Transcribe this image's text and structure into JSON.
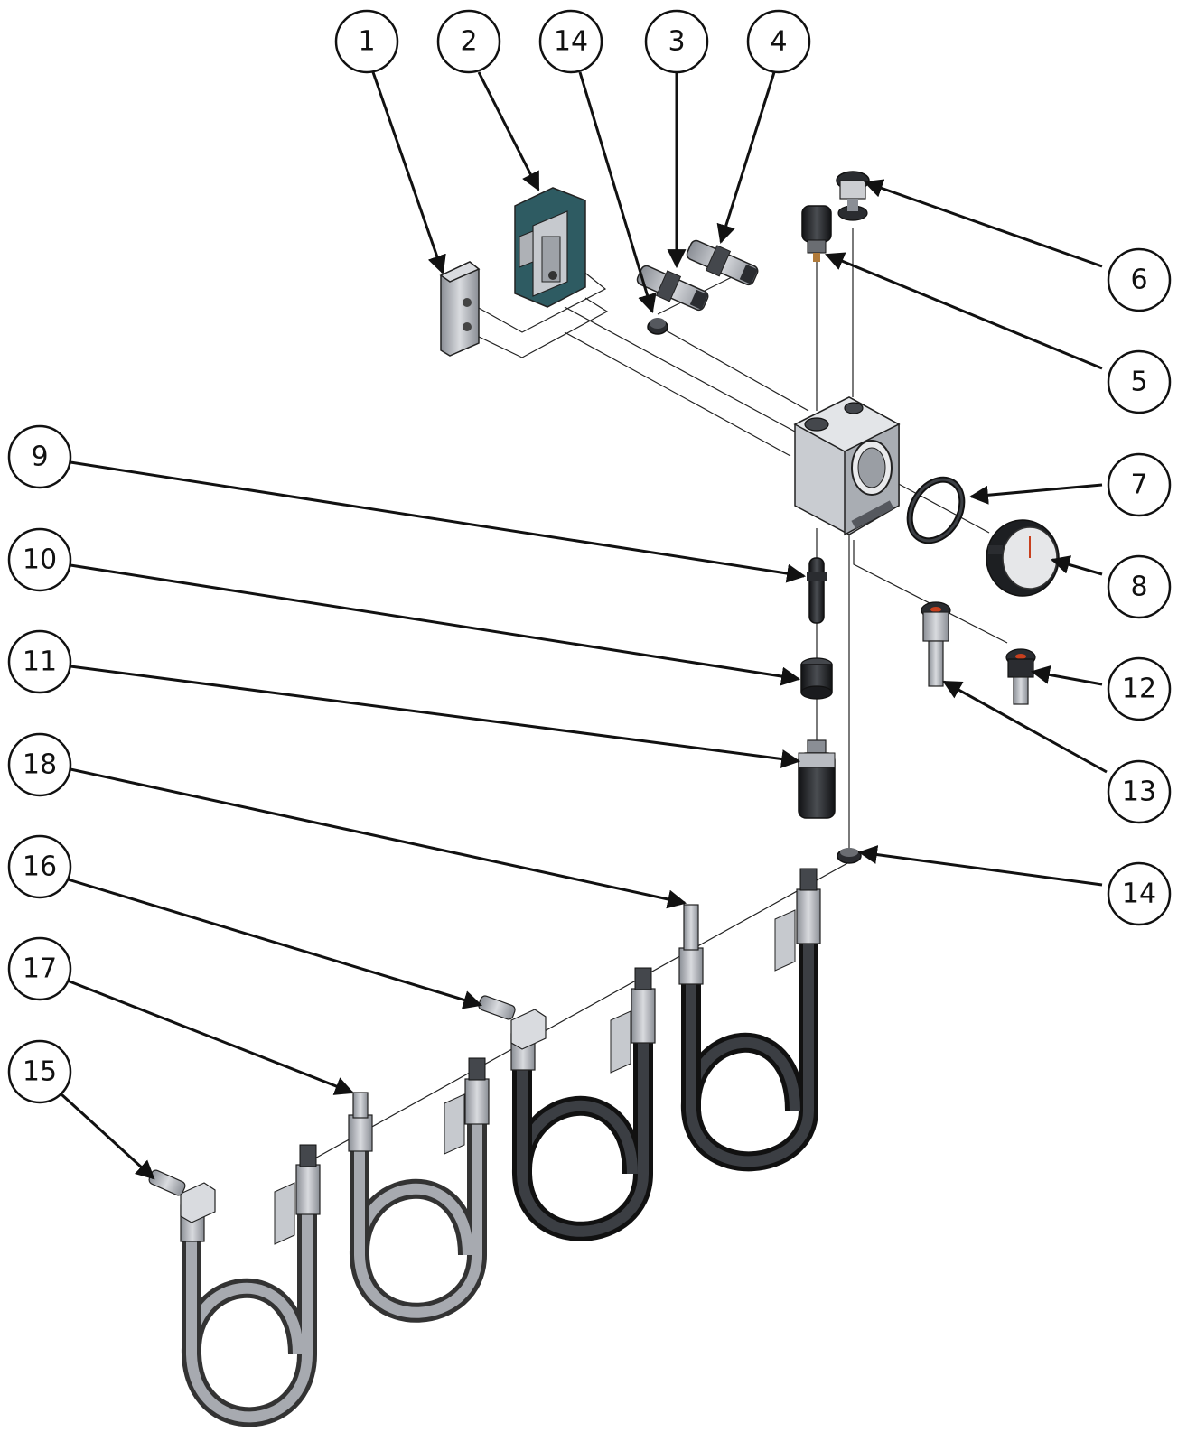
{
  "colors": {
    "steel": "#b9bcc2",
    "steel_dark": "#8a8e95",
    "rubber": "#222428",
    "bracket_teal": "#2e5b62",
    "accent_red": "#c8401e",
    "outline": "#111111"
  },
  "callouts": [
    {
      "id": "c1",
      "label": "1"
    },
    {
      "id": "c2",
      "label": "2"
    },
    {
      "id": "c14a",
      "label": "14"
    },
    {
      "id": "c3",
      "label": "3"
    },
    {
      "id": "c4",
      "label": "4"
    },
    {
      "id": "c6",
      "label": "6"
    },
    {
      "id": "c5",
      "label": "5"
    },
    {
      "id": "c7",
      "label": "7"
    },
    {
      "id": "c8",
      "label": "8"
    },
    {
      "id": "c12",
      "label": "12"
    },
    {
      "id": "c13",
      "label": "13"
    },
    {
      "id": "c14b",
      "label": "14"
    },
    {
      "id": "c9",
      "label": "9"
    },
    {
      "id": "c10",
      "label": "10"
    },
    {
      "id": "c11",
      "label": "11"
    },
    {
      "id": "c18",
      "label": "18"
    },
    {
      "id": "c16",
      "label": "16"
    },
    {
      "id": "c17",
      "label": "17"
    },
    {
      "id": "c15",
      "label": "15"
    }
  ]
}
